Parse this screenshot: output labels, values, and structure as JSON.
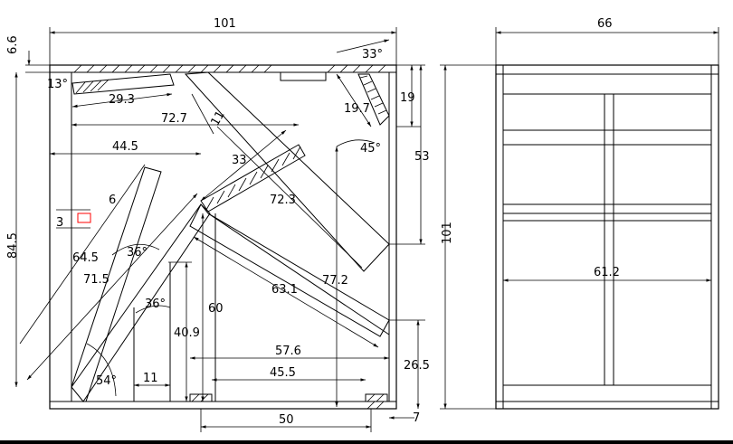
{
  "colors": {
    "background": "#ffffff",
    "line": "#000000",
    "marker": "#ff0000"
  },
  "dimensions": {
    "width_101": "101",
    "depth_66": "66",
    "height_101": "101",
    "top_6_6": "6.6",
    "angle_13": "13°",
    "len_29_3": "29.3",
    "len_72_7": "72.7",
    "len_11_a": "11",
    "len_44_5": "44.5",
    "len_33": "33",
    "angle_33": "33°",
    "len_19_7": "19.7",
    "len_19": "19",
    "len_53": "53",
    "angle_45": "45°",
    "len_6": "6",
    "len_3": "3",
    "len_84_5": "84.5",
    "len_72_3": "72.3",
    "len_64_5": "64.5",
    "angle_36_a": "36°",
    "len_71_5": "71.5",
    "len_77_2": "77.2",
    "len_63_1": "63.1",
    "angle_36_b": "36°",
    "len_60": "60",
    "len_40_9": "40.9",
    "len_57_6": "57.6",
    "len_26_5": "26.5",
    "angle_54": "54°",
    "len_11_b": "11",
    "len_45_5": "45.5",
    "len_50": "50",
    "len_7": "7",
    "len_61_2": "61.2"
  }
}
